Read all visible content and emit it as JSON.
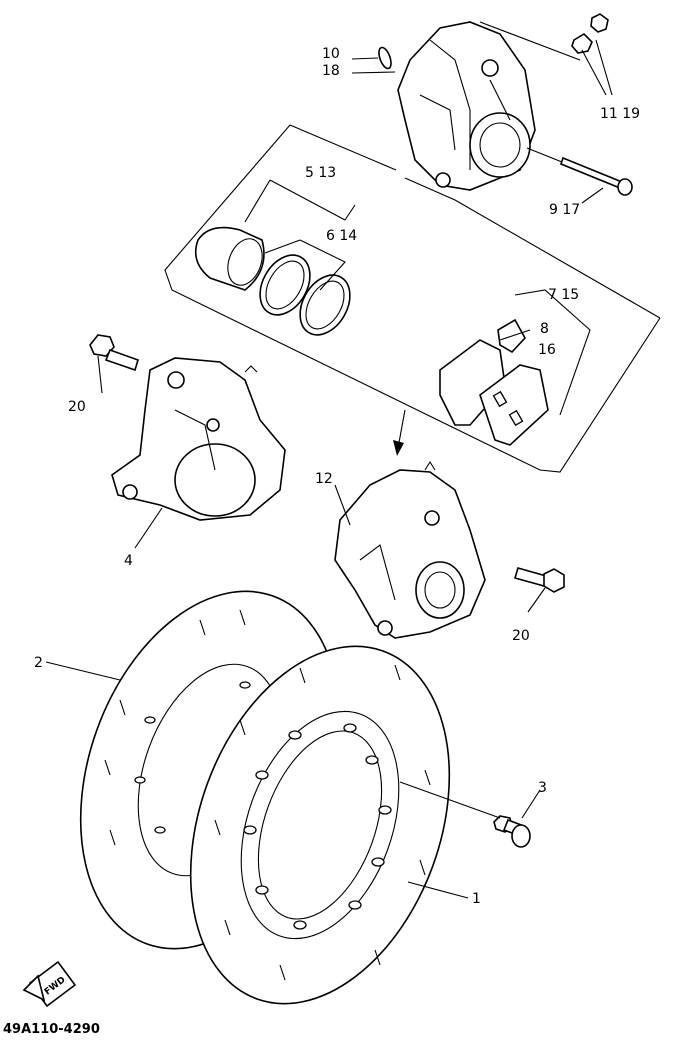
{
  "labels": {
    "p10": "10",
    "p18": "18",
    "p11_19": "11 19",
    "p5_13": "5 13",
    "p6_14": "6 14",
    "p9_17": "9 17",
    "p7_15": "7 15",
    "p8": "8",
    "p16": "16",
    "p20a": "20",
    "p20b": "20",
    "p12": "12",
    "p4": "4",
    "p2": "2",
    "p3": "3",
    "p1": "1"
  },
  "fwd": "FWD",
  "diagram_code": "49A110-4290"
}
